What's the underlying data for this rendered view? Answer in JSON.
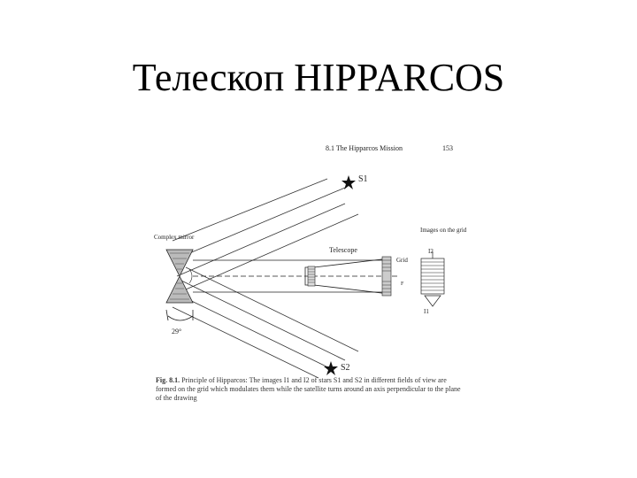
{
  "slide": {
    "title": "Телескоп HIPPARCOS"
  },
  "figure": {
    "header_section": "8.1  The Hipparcos Mission",
    "header_page": "153",
    "labels": {
      "star1": "S1",
      "star2": "S2",
      "complex_mirror": "Complex mirror",
      "telescope": "Telescope",
      "images_on_grid": "Images on the grid",
      "grid": "Grid",
      "focus": "F",
      "image1": "I1",
      "image2": "I2",
      "angle": "29°"
    },
    "caption": {
      "prefix": "Fig. 8.1.",
      "text": "Principle of Hipparcos: The images I1 and I2 of stars S1 and S2 in different fields of view are formed on the grid which modulates them while the satellite turns around an axis perpendicular to the plane of the drawing"
    }
  }
}
